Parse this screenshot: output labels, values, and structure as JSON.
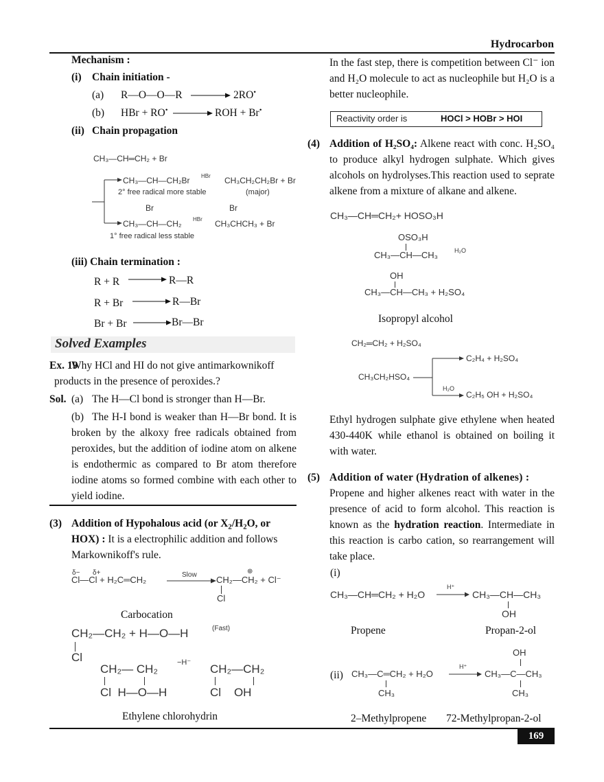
{
  "header": {
    "section": "Hydrocarbon",
    "page_number": "169"
  },
  "left": {
    "mechanism_title": "Mechanism :",
    "i_label": "(i)",
    "i_title": "Chain initiation -",
    "a_label": "(a)",
    "a_reactant": "R—O—O—R",
    "a_product": "2RO",
    "b_label": "(b)",
    "b_reactant": "HBr + RO",
    "b_product": "ROH + Br",
    "ii_label": "(ii)",
    "ii_title": "Chain propagation",
    "prop_start": "CH₃—CH═CH₂ + Br",
    "prop_upper_inter": "CH₃—CH—CH₂Br",
    "prop_upper_reagent": "HBr",
    "prop_upper_product": "CH₃CH₂CH₂Br + Br",
    "prop_upper_note": "2° free radical more stable",
    "prop_upper_major": "(major)",
    "prop_lower_br1": "Br",
    "prop_lower_br2": "Br",
    "prop_lower_inter": "CH₃—CH—CH₂",
    "prop_lower_reagent": "HBr",
    "prop_lower_product": "CH₃CHCH₃ + Br",
    "prop_lower_note": "1° free radical less stable",
    "iii_title": "(iii) Chain termination :",
    "term1_l": "R + R",
    "term1_r": "R—R",
    "term2_l": "R + Br",
    "term2_r": "R—Br",
    "term3_l": "Br + Br",
    "term3_r": "Br—Br",
    "solved_examples": "Solved Examples",
    "ex_label": "Ex. 19",
    "ex_text": "Why HCl and HI do not give antimarkownikoff products in the presence of peroxides.?",
    "sol_label": "Sol.",
    "sol_a_label": "(a)",
    "sol_a_text": "The H—Cl bond is stronger than H—Br.",
    "sol_b_label": "(b)",
    "sol_b_text": "The H-I bond is weaker than H—Br bond. It is broken by the alkoxy free radicals obtained from peroxides, but the addition of iodine atom on alkene is endothermic as compared to Br atom therefore iodine atoms so formed combine with each other to yield iodine.",
    "s3_label": "(3)",
    "s3_title_1": "Addition of Hypohalous acid (or X",
    "s3_title_2": "/H",
    "s3_title_3": "O, or",
    "s3_title_4": "HOX) :",
    "s3_text": "It is a electrophilic addition and follows Markownikoff's rule.",
    "hox_delta_minus": "δ−",
    "hox_delta_plus": "δ+",
    "hox_reactants": "Cl—Cl + H₂C═CH₂",
    "hox_slow": "Slow",
    "hox_product": "CH₂—CH₂ + Cl⁻",
    "hox_plus": "⊕",
    "hox_cl": "Cl",
    "carbocation_label": "Carbocation",
    "fast_eq": "CH₂—CH₂ + H—O—H",
    "fast_label": "(Fast)",
    "fast_cl": "Cl",
    "int_top": "CH₂— CH₂",
    "int_bottom": "Cl  H—O—H",
    "minus_h": "−H⁻",
    "prod_top": "CH₂—CH₂",
    "prod_bottom": "Cl    OH",
    "chlorohydrin_label": "Ethylene chlorohydrin"
  },
  "right": {
    "p1": "In the fast step, there is competition between Cl⁻ ion and H₂O molecule to act as nucleophile but H₂O is a better nucleophile.",
    "reactivity_label": "Reactivity order is",
    "reactivity_order": "HOCl > HOBr > HOI",
    "s4_label": "(4)",
    "s4_title": "Addition of H₂SO₄:",
    "s4_text": "Alkene react with conc. H₂SO₄ to produce alkyl hydrogen sulphate. Which gives alcohols on hydrolyses.This reaction used to seprate alkene from a mixture of alkane and alkene.",
    "h2so4_r1": "CH₃—CH═CH₂+ HOSO₃H",
    "h2so4_oso3h": "OSO₃H",
    "h2so4_i2": "CH₃—CH—CH₃",
    "h2so4_water": "H₂O",
    "h2so4_oh": "OH",
    "h2so4_p": "CH₃—CH—CH₃ + H₂SO₄",
    "isopropyl_label": "Isopropyl alcohol",
    "eth_r": "CH₂═CH₂ + H₂SO₄",
    "eth_mid": "CH₃CH₂HSO₄",
    "eth_top": "C₂H₄ + H₂SO₄",
    "eth_water": "H₂O",
    "eth_bottom": "C₂H₅ OH + H₂SO₄",
    "eth_text": "Ethyl hydrogen sulphate give ethylene when heated 430-440K while ethanol is obtained on boiling it with water.",
    "s5_label": "(5)",
    "s5_title": "Addition of water (Hydration of alkenes) :",
    "s5_text_1": "Propene and higher alkenes react with water in the presence of acid to form alcohol. This reaction is known as the",
    "s5_bold": "hydration reaction",
    "s5_text_2": ". Intermediate in this reaction is carbo cation, so rearrangement will take place.",
    "hy_i": "(i)",
    "hy1_r": "CH₃—CH═CH₂ + H₂O",
    "hy1_cat": "H⁺",
    "hy1_p": "CH₃—CH—CH₃",
    "hy1_oh": "OH",
    "propene": "Propene",
    "propan2ol": "Propan-2-ol",
    "hy_ii": "(ii)",
    "hy2_r": "CH₃—C═CH₂ + H₂O",
    "hy2_ch3a": "CH₃",
    "hy2_cat": "H⁺",
    "hy2_oh": "OH",
    "hy2_p": "CH₃—C—CH₃",
    "hy2_ch3b": "CH₃",
    "methylpropene": "2–Methylpropene",
    "methylpropanol": "72-Methylpropan-2-ol"
  }
}
